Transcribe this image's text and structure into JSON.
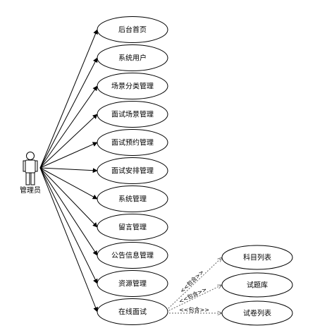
{
  "actor": {
    "name": "管理员",
    "icon": "stick-figure-actor-icon"
  },
  "use_cases": [
    "后台首页",
    "系统用户",
    "场景分类管理",
    "面试场景管理",
    "面试预约管理",
    "面试安排管理",
    "系统管理",
    "留言管理",
    "公告信息管理",
    "资源管理",
    "在线面试"
  ],
  "included_use_cases": [
    "科目列表",
    "试题库",
    "试卷列表"
  ],
  "include_label": "<<包含>>",
  "colors": {
    "stroke": "#000000",
    "background": "#ffffff"
  }
}
